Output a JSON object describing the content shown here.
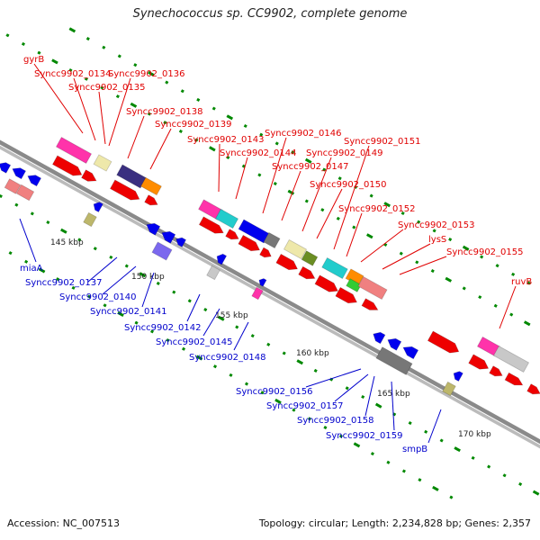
{
  "title": "Synechococcus sp. CC9902, complete genome",
  "accession_text": "Accession: NC_007513",
  "summary_text": "Topology: circular; Length: 2,234,828 bp; Genes: 2,357",
  "colors": {
    "backbone": "#8a8a8a",
    "forward_label": "#e00000",
    "reverse_label": "#0000cc",
    "ruler_dots": "#008800",
    "gene_red": "#ee0000",
    "gene_pink": "#ee82ee",
    "gene_magenta": "#ff33aa",
    "gene_cyan": "#22cccc",
    "gene_blue": "#0000ee",
    "gene_navy": "#3a2f80",
    "gene_orange": "#ff8c00",
    "gene_khaki": "#eee8aa",
    "gene_olive": "#6b8e23",
    "gene_gray": "#777777",
    "gene_lightgray": "#c8c8c8",
    "gene_salmon": "#f08080",
    "gene_slate": "#7b68ee",
    "gene_green": "#33cc33",
    "gene_darkkhaki": "#bdb76b"
  },
  "tick_labels": [
    "145 kbp",
    "150 kbp",
    "155 kbp",
    "160 kbp",
    "165 kbp",
    "170 kbp"
  ],
  "forward_genes": [
    {
      "name": "gyrB"
    },
    {
      "name": "Syncc9902_0134"
    },
    {
      "name": "Syncc9902_0135"
    },
    {
      "name": "Syncc9902_0136"
    },
    {
      "name": "Syncc9902_0138"
    },
    {
      "name": "Syncc9902_0139"
    },
    {
      "name": "Syncc9902_0143"
    },
    {
      "name": "Syncc9902_0144"
    },
    {
      "name": "Syncc9902_0146"
    },
    {
      "name": "Syncc9902_0147"
    },
    {
      "name": "Syncc9902_0149"
    },
    {
      "name": "Syncc9902_0150"
    },
    {
      "name": "Syncc9902_0151"
    },
    {
      "name": "Syncc9902_0152"
    },
    {
      "name": "Syncc9902_0153"
    },
    {
      "name": "lysS"
    },
    {
      "name": "Syncc9902_0155"
    },
    {
      "name": "ruvB"
    }
  ],
  "reverse_genes": [
    {
      "name": "miaA"
    },
    {
      "name": "Syncc9902_0137"
    },
    {
      "name": "Syncc9902_0140"
    },
    {
      "name": "Syncc9902_0141"
    },
    {
      "name": "Syncc9902_0142"
    },
    {
      "name": "Syncc9902_0145"
    },
    {
      "name": "Syncc9902_0148"
    },
    {
      "name": "Syncc9902_0156"
    },
    {
      "name": "Syncc9902_0157"
    },
    {
      "name": "Syncc9902_0158"
    },
    {
      "name": "Syncc9902_0159"
    },
    {
      "name": "smpB"
    }
  ]
}
